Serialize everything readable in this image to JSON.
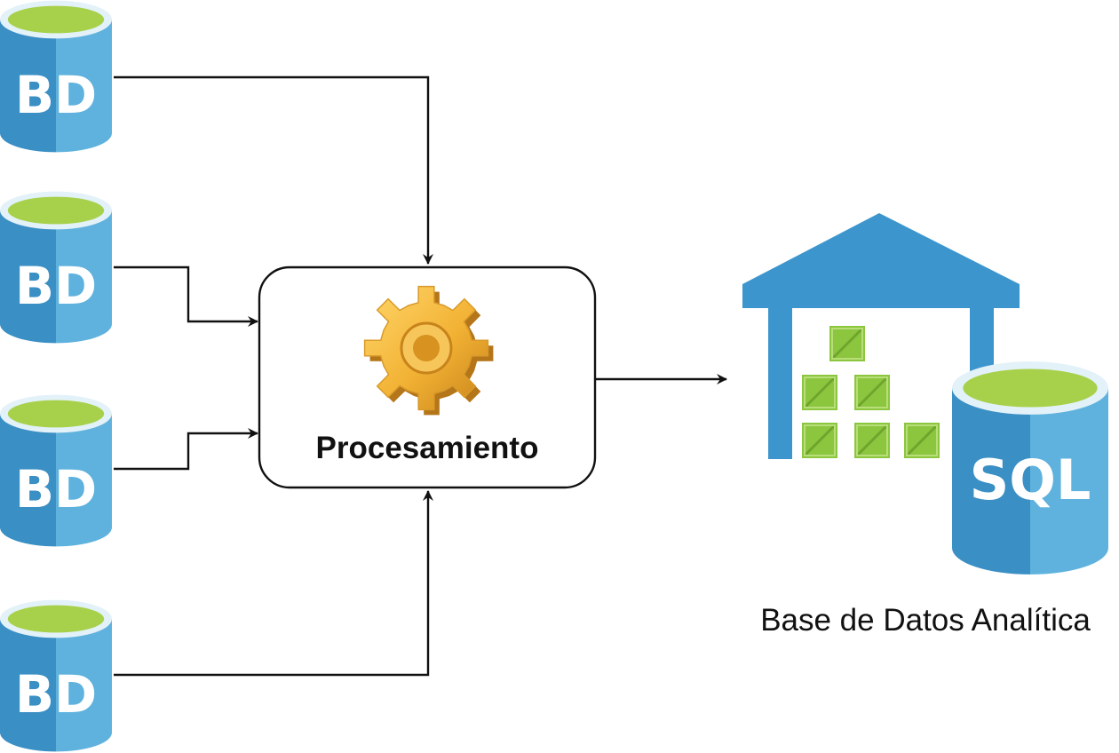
{
  "colors": {
    "db_side_light": "#5fb2dd",
    "db_side_dark": "#3a8fc4",
    "db_top_green": "#a7d14a",
    "db_top_rim": "#e3f1f9",
    "warehouse_blue": "#3c96cd",
    "crate_green": "#8cc63f",
    "gear_gold": "#f2b234",
    "connector": "#111111"
  },
  "sources": [
    {
      "label": "BD",
      "icon": "database-icon"
    },
    {
      "label": "BD",
      "icon": "database-icon"
    },
    {
      "label": "BD",
      "icon": "database-icon"
    },
    {
      "label": "BD",
      "icon": "database-icon"
    }
  ],
  "process": {
    "label": "Procesamiento",
    "icon": "gear-icon"
  },
  "target": {
    "badge": "SQL",
    "caption": "Base de Datos Analítica",
    "icon": "data-warehouse-icon"
  }
}
